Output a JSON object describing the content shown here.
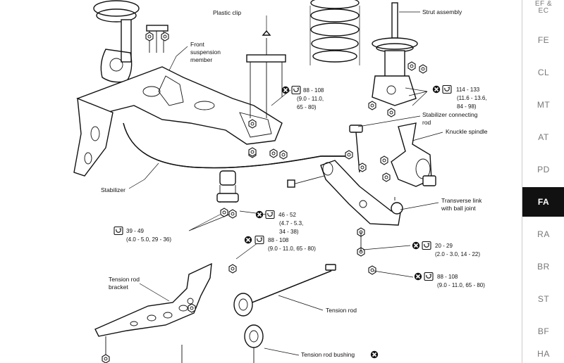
{
  "labels": {
    "plastic_clip": "Plastic clip",
    "strut_assembly": "Strut assembly",
    "front_suspension_member_1": "Front",
    "front_suspension_member_2": "suspension",
    "front_suspension_member_3": "member",
    "stabilizer_connecting_rod_1": "Stabilizer connecting",
    "stabilizer_connecting_rod_2": "rod",
    "knuckle_spindle": "Knuckle spindle",
    "stabilizer": "Stabilizer",
    "transverse_link_1": "Transverse link",
    "transverse_link_2": "with ball joint",
    "tension_rod_bracket_1": "Tension rod",
    "tension_rod_bracket_2": "bracket",
    "tension_rod": "Tension rod",
    "tension_rod_bushing": "Tension rod bushing"
  },
  "torques": {
    "t1": {
      "l1": "88 - 108",
      "l2": "(9.0 - 11.0,",
      "l3": "65 - 80)"
    },
    "t2": {
      "l1": "114 - 133",
      "l2": "(11.6 - 13.6,",
      "l3": "84 - 98)"
    },
    "t3": {
      "l1": "46 - 52",
      "l2": "(4.7 - 5.3,",
      "l3": "34 - 38)"
    },
    "t4": {
      "l1": "39 - 49",
      "l2": "(4.0 - 5.0, 29 - 36)"
    },
    "t5": {
      "l1": "88 - 108",
      "l2": "(9.0 - 11.0, 65 - 80)"
    },
    "t6": {
      "l1": "20 - 29",
      "l2": "(2.0 - 3.0, 14 - 22)"
    },
    "t7": {
      "l1": "88 - 108",
      "l2": "(9.0 - 11.0, 65 - 80)"
    }
  },
  "icons": {
    "replace": "circled-x-replace-icon",
    "torque": "torque-wrench-icon"
  },
  "tabs": [
    {
      "label": "EF &\nEC"
    },
    {
      "label": "FE"
    },
    {
      "label": "CL"
    },
    {
      "label": "MT"
    },
    {
      "label": "AT"
    },
    {
      "label": "PD"
    },
    {
      "label": "FA",
      "active": true
    },
    {
      "label": "RA"
    },
    {
      "label": "BR"
    },
    {
      "label": "ST"
    },
    {
      "label": "BF"
    },
    {
      "label": "HA"
    }
  ],
  "colors": {
    "ink": "#111111",
    "tab_active_bg": "#111111",
    "tab_text": "#777777"
  }
}
